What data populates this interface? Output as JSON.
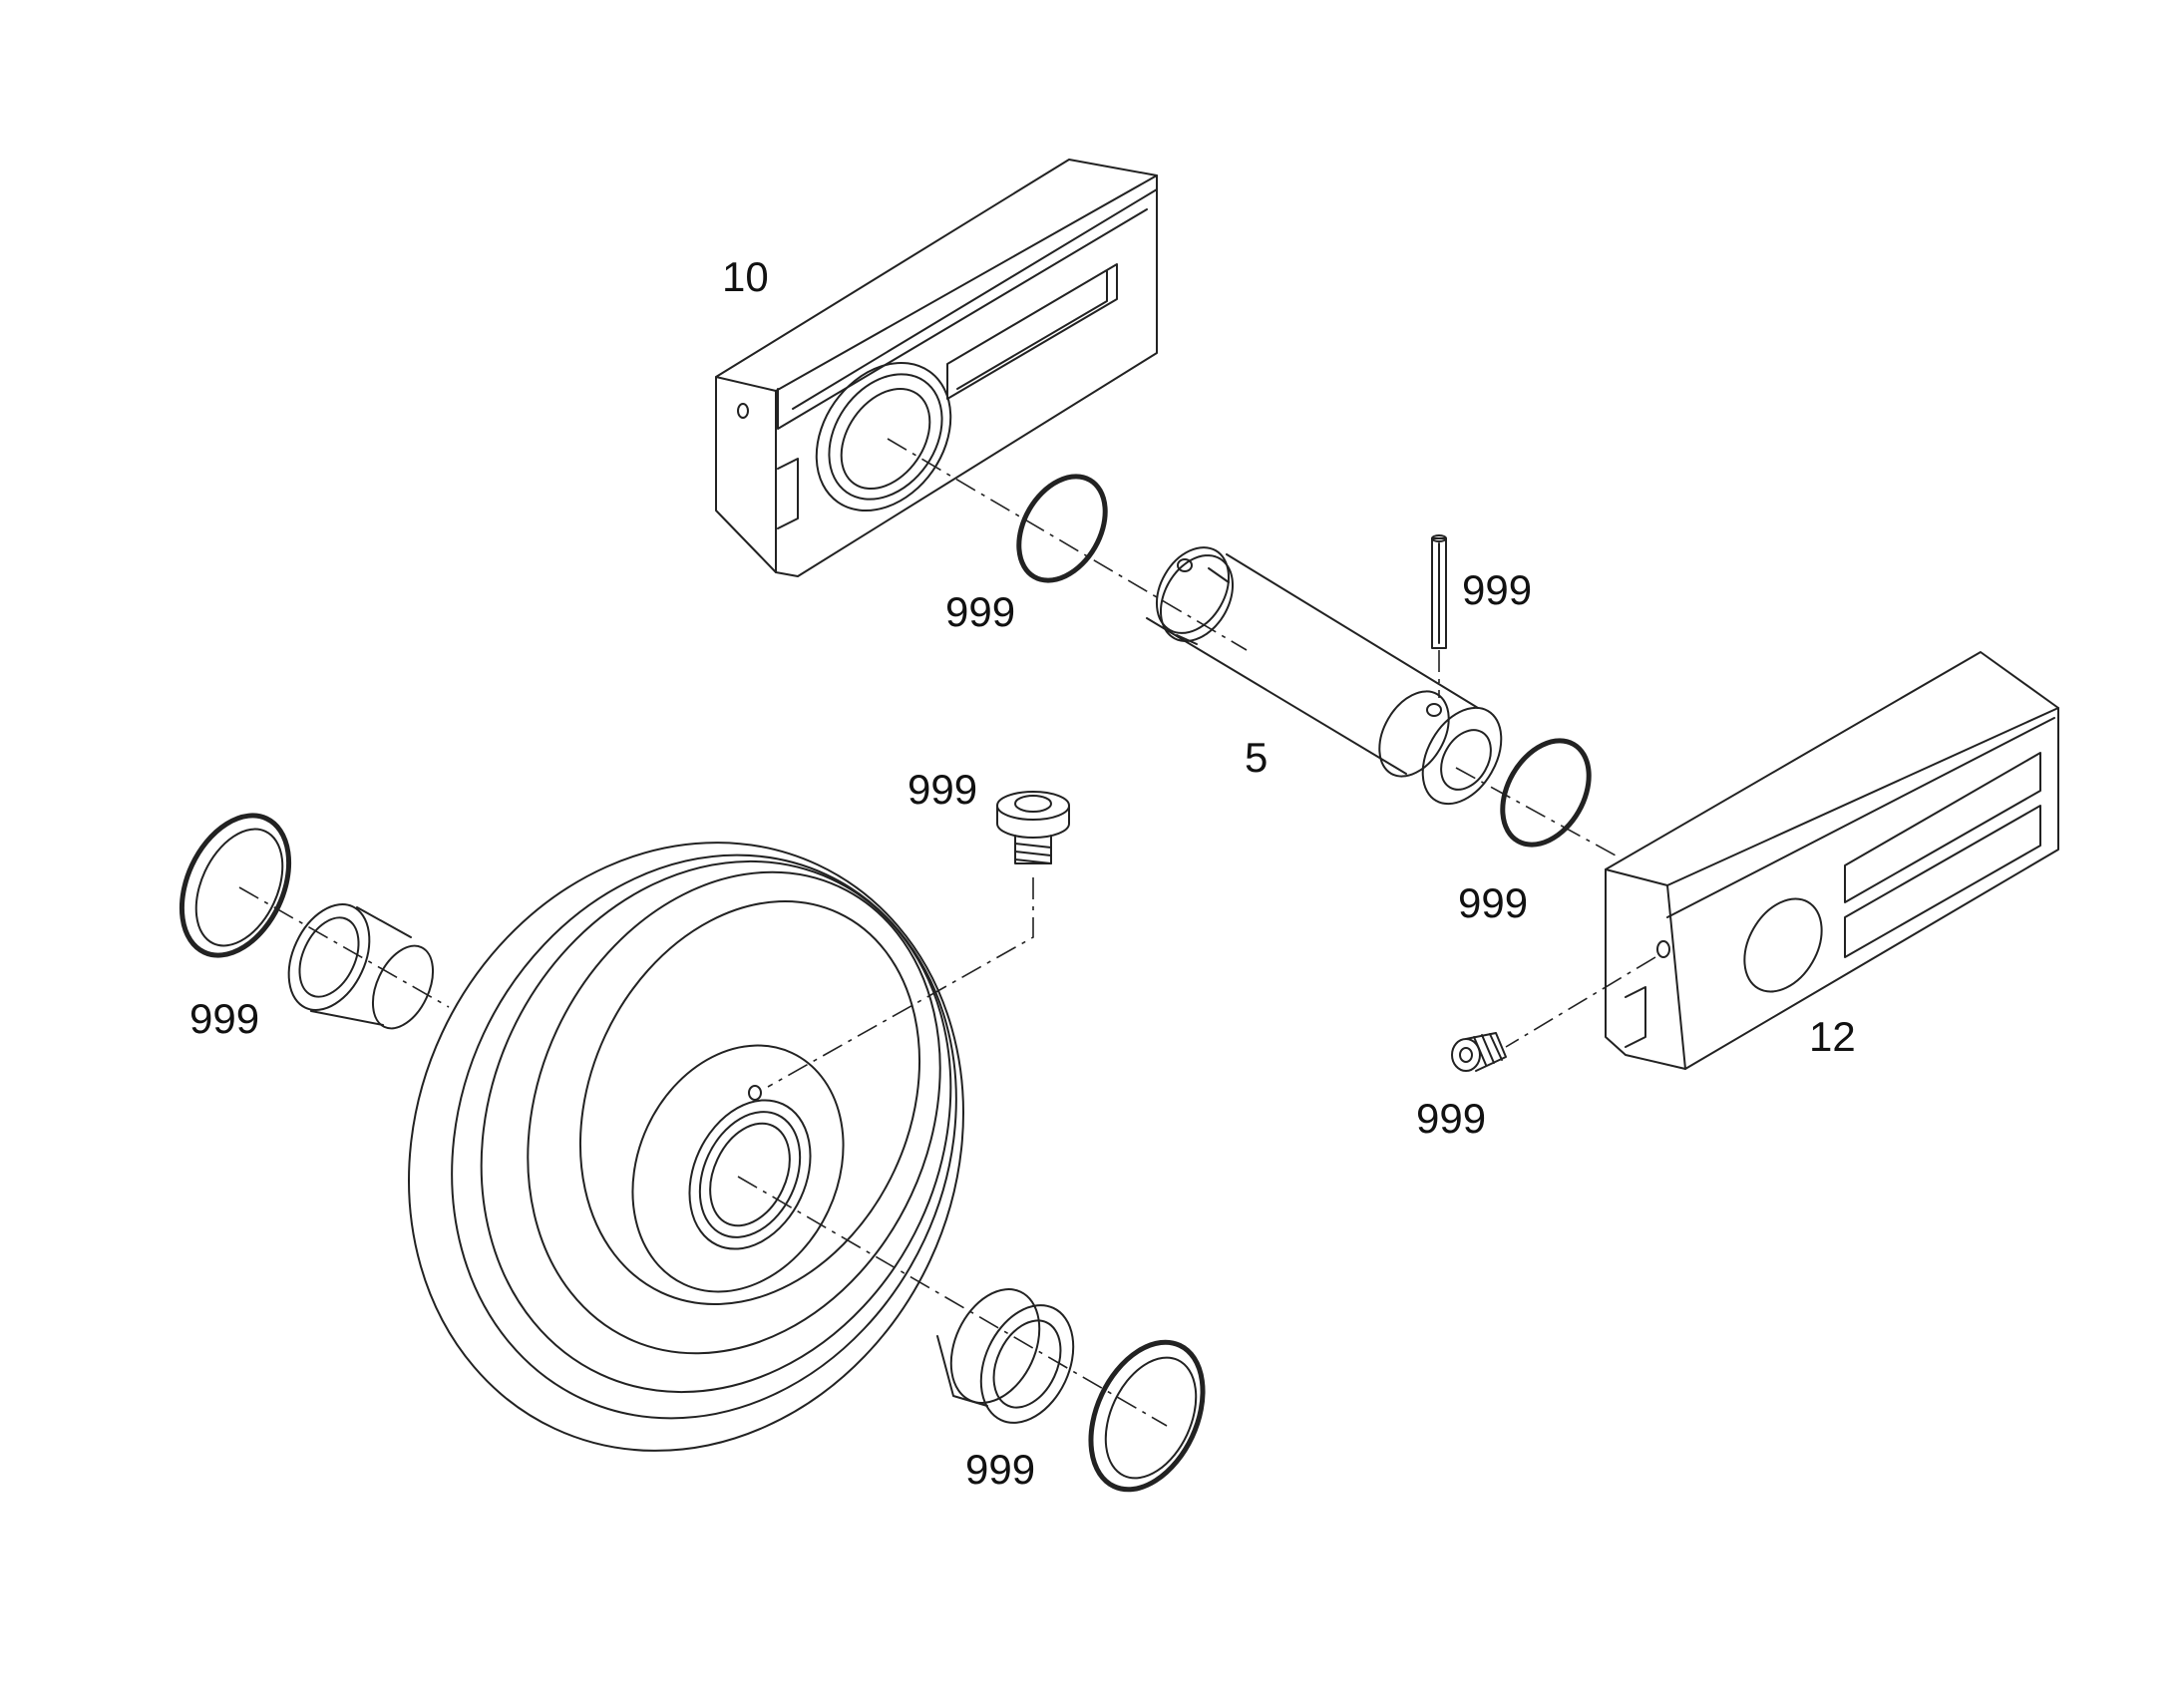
{
  "labels": {
    "part_10": "10",
    "part_5": "5",
    "part_12": "12",
    "ring_upper_left": "999",
    "pin": "999",
    "ring_right": "999",
    "screw": "999",
    "ring_left": "999",
    "grub": "999",
    "ring_bottom": "999"
  },
  "colors": {
    "line": "#222222",
    "background": "#ffffff"
  }
}
